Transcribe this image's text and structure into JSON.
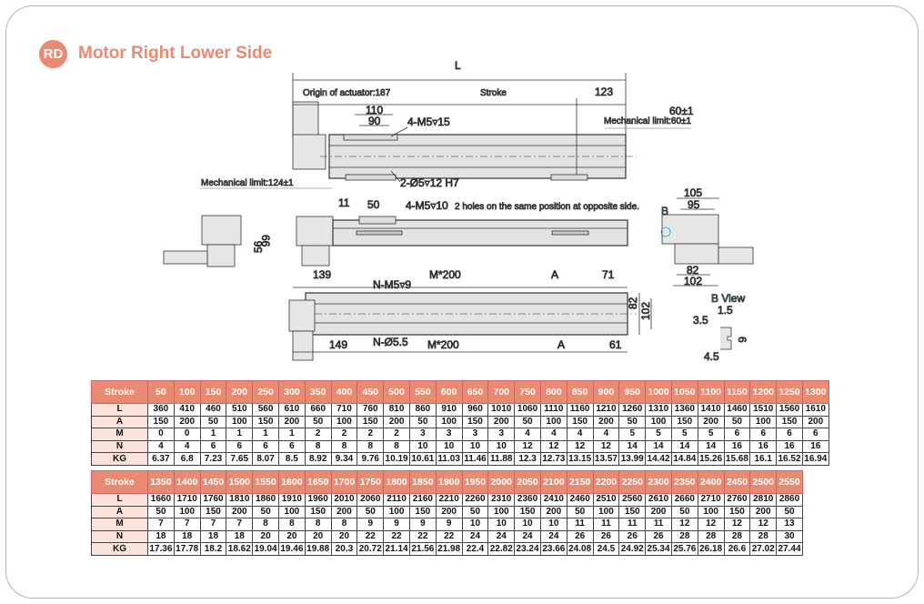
{
  "header": {
    "badge": "RD",
    "title": "Motor Right Lower Side"
  },
  "drawing": {
    "top_view": {
      "L": "L",
      "origin": "Origin of actuator:187",
      "stroke": "Stroke",
      "d123": "123",
      "d110": "110",
      "d90": "90",
      "tap_top": "4-M5▿15",
      "d60": "60±1",
      "mech_limit_right": "Mechanical limit:60±1",
      "mech_limit_left": "Mechanical limit:124±1",
      "pin_holes": "2-Ø5▿12 H7"
    },
    "side_view": {
      "d11": "11",
      "d50": "50",
      "tap_side": "4-M5▿10",
      "note": "2 holes on the same position at opposite side."
    },
    "left_end_view": {
      "d66": "66",
      "d56": "56"
    },
    "right_end_view": {
      "d105": "105",
      "d95": "95",
      "b_marker": "B",
      "d82": "82",
      "d102": "102"
    },
    "bottom_view": {
      "d139": "139",
      "m200_top": "M*200",
      "a_top": "A",
      "d71": "71",
      "tap_bottom": "N-M5▿9",
      "w82": "82",
      "w102": "102",
      "d149": "149",
      "holes": "N-Ø5.5",
      "m200_bot": "M*200",
      "a_bot": "A",
      "d61": "61"
    },
    "b_view": {
      "title": "B View",
      "d1_5": "1.5",
      "d3_5": "3.5",
      "d6": "6",
      "d4_5": "4.5"
    }
  },
  "tables": [
    {
      "row_labels": [
        "Stroke",
        "L",
        "A",
        "M",
        "N",
        "KG"
      ],
      "stroke": [
        "50",
        "100",
        "150",
        "200",
        "250",
        "300",
        "350",
        "400",
        "450",
        "500",
        "550",
        "600",
        "650",
        "700",
        "750",
        "800",
        "850",
        "900",
        "950",
        "1000",
        "1050",
        "1100",
        "1150",
        "1200",
        "1250",
        "1300"
      ],
      "L": [
        "360",
        "410",
        "460",
        "510",
        "560",
        "610",
        "660",
        "710",
        "760",
        "810",
        "860",
        "910",
        "960",
        "1010",
        "1060",
        "1110",
        "1160",
        "1210",
        "1260",
        "1310",
        "1360",
        "1410",
        "1460",
        "1510",
        "1560",
        "1610"
      ],
      "A": [
        "150",
        "200",
        "50",
        "100",
        "150",
        "200",
        "50",
        "100",
        "150",
        "200",
        "50",
        "100",
        "150",
        "200",
        "50",
        "100",
        "150",
        "200",
        "50",
        "100",
        "150",
        "200",
        "50",
        "100",
        "150",
        "200"
      ],
      "M": [
        "0",
        "0",
        "1",
        "1",
        "1",
        "1",
        "2",
        "2",
        "2",
        "2",
        "3",
        "3",
        "3",
        "3",
        "4",
        "4",
        "4",
        "4",
        "5",
        "5",
        "5",
        "5",
        "6",
        "6",
        "6",
        "6"
      ],
      "N": [
        "4",
        "4",
        "6",
        "6",
        "6",
        "6",
        "8",
        "8",
        "8",
        "8",
        "10",
        "10",
        "10",
        "10",
        "12",
        "12",
        "12",
        "12",
        "14",
        "14",
        "14",
        "14",
        "16",
        "16",
        "16",
        "16"
      ],
      "KG": [
        "6.37",
        "6.8",
        "7.23",
        "7.65",
        "8.07",
        "8.5",
        "8.92",
        "9.34",
        "9.76",
        "10.19",
        "10.61",
        "11.03",
        "11.46",
        "11.88",
        "12.3",
        "12.73",
        "13.15",
        "13.57",
        "13.99",
        "14.42",
        "14.84",
        "15.26",
        "15.68",
        "16.1",
        "16.52",
        "16.94"
      ]
    },
    {
      "row_labels": [
        "Stroke",
        "L",
        "A",
        "M",
        "N",
        "KG"
      ],
      "stroke": [
        "1350",
        "1400",
        "1450",
        "1500",
        "1550",
        "1600",
        "1650",
        "1700",
        "1750",
        "1800",
        "1850",
        "1900",
        "1950",
        "2000",
        "2050",
        "2100",
        "2150",
        "2200",
        "2250",
        "2300",
        "2350",
        "2400",
        "2450",
        "2500",
        "2550"
      ],
      "L": [
        "1660",
        "1710",
        "1760",
        "1810",
        "1860",
        "1910",
        "1960",
        "2010",
        "2060",
        "2110",
        "2160",
        "2210",
        "2260",
        "2310",
        "2360",
        "2410",
        "2460",
        "2510",
        "2560",
        "2610",
        "2660",
        "2710",
        "2760",
        "2810",
        "2860"
      ],
      "A": [
        "50",
        "100",
        "150",
        "200",
        "50",
        "100",
        "150",
        "200",
        "50",
        "100",
        "150",
        "200",
        "50",
        "100",
        "150",
        "200",
        "50",
        "100",
        "150",
        "200",
        "50",
        "100",
        "150",
        "200",
        "50"
      ],
      "M": [
        "7",
        "7",
        "7",
        "7",
        "8",
        "8",
        "8",
        "8",
        "9",
        "9",
        "9",
        "9",
        "10",
        "10",
        "10",
        "10",
        "11",
        "11",
        "11",
        "11",
        "12",
        "12",
        "12",
        "12",
        "13"
      ],
      "N": [
        "18",
        "18",
        "18",
        "18",
        "20",
        "20",
        "20",
        "20",
        "22",
        "22",
        "22",
        "22",
        "24",
        "24",
        "24",
        "24",
        "26",
        "26",
        "26",
        "26",
        "28",
        "28",
        "28",
        "28",
        "30"
      ],
      "KG": [
        "17.36",
        "17.78",
        "18.2",
        "18.62",
        "19.04",
        "19.46",
        "19.88",
        "20.3",
        "20.72",
        "21.14",
        "21.56",
        "21.98",
        "22.4",
        "22.82",
        "23.24",
        "23.66",
        "24.08",
        "24.5",
        "24.92",
        "25.34",
        "25.76",
        "26.18",
        "26.6",
        "27.02",
        "27.44"
      ]
    }
  ],
  "colors": {
    "accent": "#ea8a72",
    "header_cell": "#e98a72",
    "label_cell": "#fbe2da",
    "blue": "#1ea0dc"
  }
}
